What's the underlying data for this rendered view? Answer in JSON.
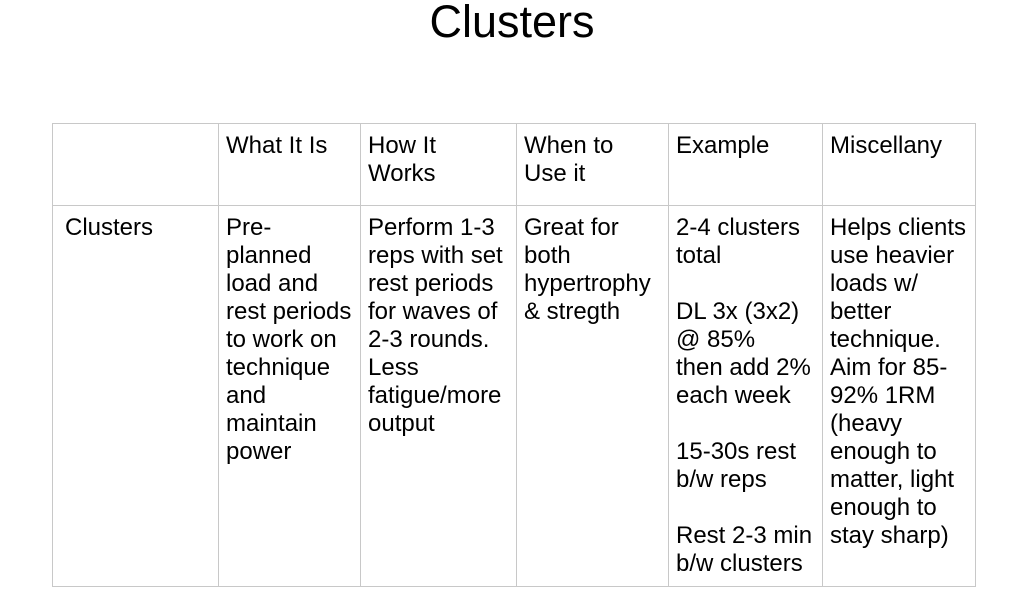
{
  "title": "Clusters",
  "colors": {
    "background": "#ffffff",
    "text": "#000000",
    "table_border": "#c8c8c8"
  },
  "table": {
    "columns": [
      "",
      "What It Is",
      "How It Works",
      "When to Use it",
      "Example",
      "Miscellany"
    ],
    "rows": [
      {
        "label": "Clusters",
        "what_it_is": "Pre-planned load and rest periods to work on technique and maintain power",
        "how_it_works": "Perform 1-3 reps with set rest periods for waves of 2-3 rounds. Less fatigue/more output",
        "when_to_use": "Great for both hypertrophy & stregth",
        "example": "2-4 clusters total\n\nDL 3x (3x2) @ 85%\nthen add 2% each week\n\n15-30s rest b/w reps\n\nRest 2-3 min b/w clusters",
        "miscellany": "Helps clients use heavier loads w/ better technique. Aim for 85-92% 1RM (heavy enough to matter, light enough to stay sharp)"
      }
    ]
  }
}
